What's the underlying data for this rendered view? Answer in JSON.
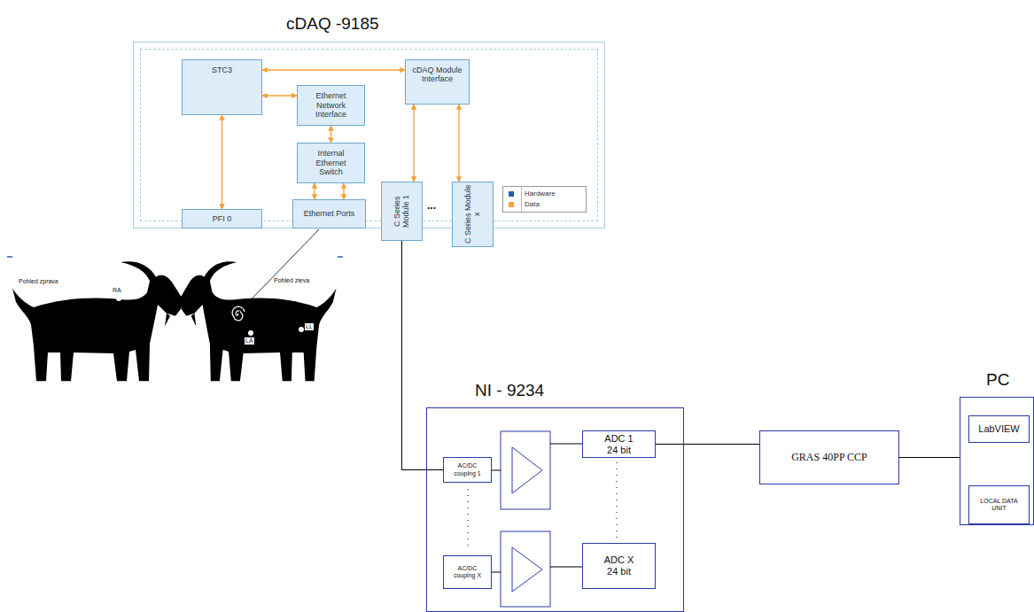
{
  "diagram": {
    "nodes": [
      {
        "text": [
          "cDAQ -9185"
        ]
      },
      {
        "text": [
          "STC3"
        ],
        "in": 0
      },
      {
        "text": [
          "cDAQ Module Interface"
        ],
        "in": 0
      },
      {
        "text": [
          "Ethernet Network Interface"
        ],
        "in": 0
      },
      {
        "text": [
          "Internal Ethernet Switch"
        ],
        "in": 0
      },
      {
        "text": [
          "PFI 0"
        ],
        "in": 0
      },
      {
        "text": [
          "Ethernet Ports"
        ],
        "in": 0
      },
      {
        "text": [
          "C Series Module 1"
        ],
        "in": 0
      },
      {
        "text": [
          "C Series Module x"
        ],
        "in": 0
      },
      {
        "text": [
          "NI - 9234"
        ]
      },
      {
        "text": [
          "AC/DC couplng 1"
        ],
        "in": 9
      },
      {
        "text": [
          "ADC 1 24 bit"
        ],
        "in": 9
      },
      {
        "text": [
          "AC/DC couplng X"
        ],
        "in": 9
      },
      {
        "text": [
          "ADC X 24 bit"
        ],
        "in": 9
      },
      {
        "text": [
          "GRAS 40PP CCP"
        ]
      },
      {
        "text": [
          "PC"
        ]
      },
      {
        "text": [
          "LabVIEW"
        ],
        "in": 15
      },
      {
        "text": [
          "LOCAL DATA UNIT"
        ],
        "in": 15
      }
    ],
    "edges": [
      {
        "from": 1,
        "to": 2,
        "arrow": "both"
      },
      {
        "from": 1,
        "to": 3,
        "arrow": "both"
      },
      {
        "from": 3,
        "to": 4,
        "arrow": "both"
      },
      {
        "from": 4,
        "to": 6,
        "arrow": "both"
      },
      {
        "from": 1,
        "to": 5,
        "arrow": "both"
      },
      {
        "from": 2,
        "to": 7,
        "arrow": "both"
      },
      {
        "from": 2,
        "to": 8,
        "arrow": "both"
      },
      {
        "from": 7,
        "to": 10,
        "arrow": "none"
      },
      {
        "from": 11,
        "to": 14,
        "arrow": "none"
      },
      {
        "from": 14,
        "to": 15,
        "arrow": "none"
      }
    ],
    "labels": [
      "...",
      "Pohled zprava",
      "RA",
      "Pohled zleva",
      "LA",
      "LL"
    ],
    "legend": [
      {
        "text": "Hardware",
        "color": "#1f5fb0"
      },
      {
        "text": "Data",
        "color": "#f5a034"
      }
    ]
  }
}
